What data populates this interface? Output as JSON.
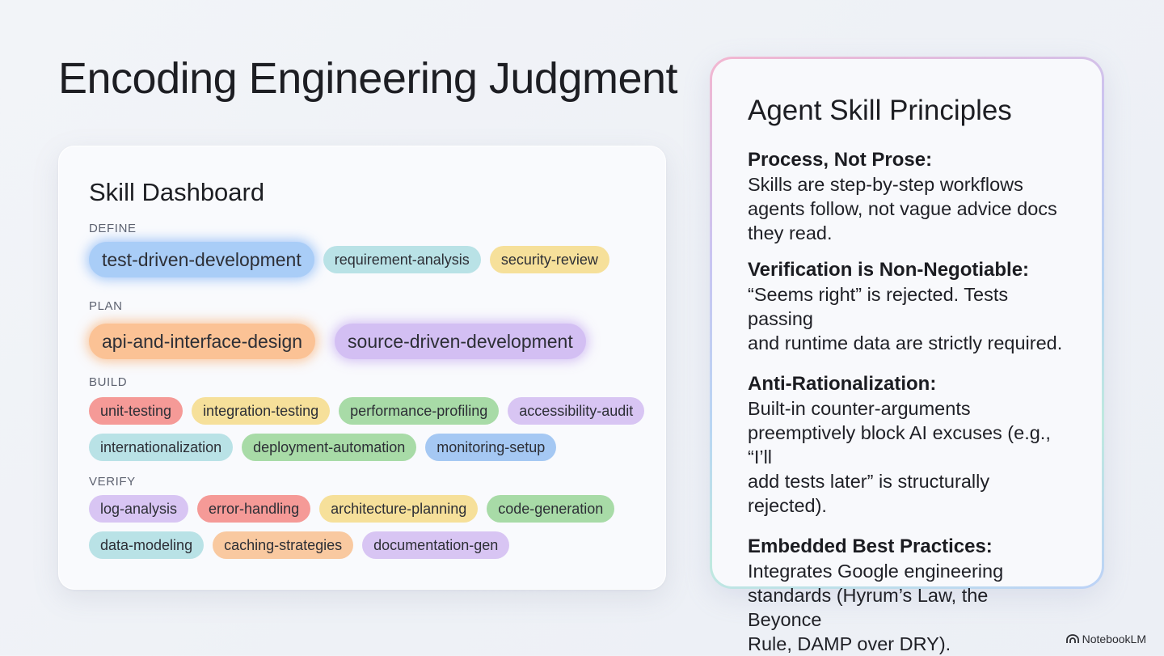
{
  "page_title": "Encoding Engineering Judgment",
  "dashboard": {
    "title": "Skill Dashboard",
    "sections": {
      "define": {
        "label": "DEFINE",
        "chips": [
          "test-driven-development",
          "requirement-analysis",
          "security-review"
        ]
      },
      "plan": {
        "label": "PLAN",
        "chips": [
          "api-and-interface-design",
          "source-driven-development"
        ]
      },
      "build": {
        "label": "BUILD",
        "row1": [
          "unit-testing",
          "integration-testing",
          "performance-profiling",
          "accessibility-audit"
        ],
        "row2": [
          "internationalization",
          "deployment-automation",
          "monitoring-setup"
        ]
      },
      "verify": {
        "label": "VERIFY",
        "row1": [
          "log-analysis",
          "error-handling",
          "architecture-planning",
          "code-generation"
        ],
        "row2": [
          "data-modeling",
          "caching-strategies",
          "documentation-gen"
        ]
      }
    }
  },
  "principles": {
    "title": "Agent Skill Principles",
    "items": [
      {
        "heading": "Process, Not Prose:",
        "body": [
          "Skills are step-by-step workflows",
          "agents follow, not vague advice docs",
          "they read."
        ]
      },
      {
        "heading": "Verification is Non-Negotiable:",
        "body": [
          "“Seems right” is rejected. Tests passing",
          "and runtime data are strictly required."
        ]
      },
      {
        "heading": "Anti-Rationalization:",
        "body": [
          "Built-in counter-arguments",
          "preemptively block AI excuses (e.g., “I’ll",
          "add tests later” is structurally rejected)."
        ]
      },
      {
        "heading": "Embedded Best Practices:",
        "body": [
          "Integrates Google engineering",
          "standards (Hyrum’s Law, the Beyonce",
          "Rule, DAMP over DRY)."
        ]
      }
    ]
  },
  "brand": {
    "label": "NotebookLM",
    "icon": "notebooklm-logo-icon"
  }
}
